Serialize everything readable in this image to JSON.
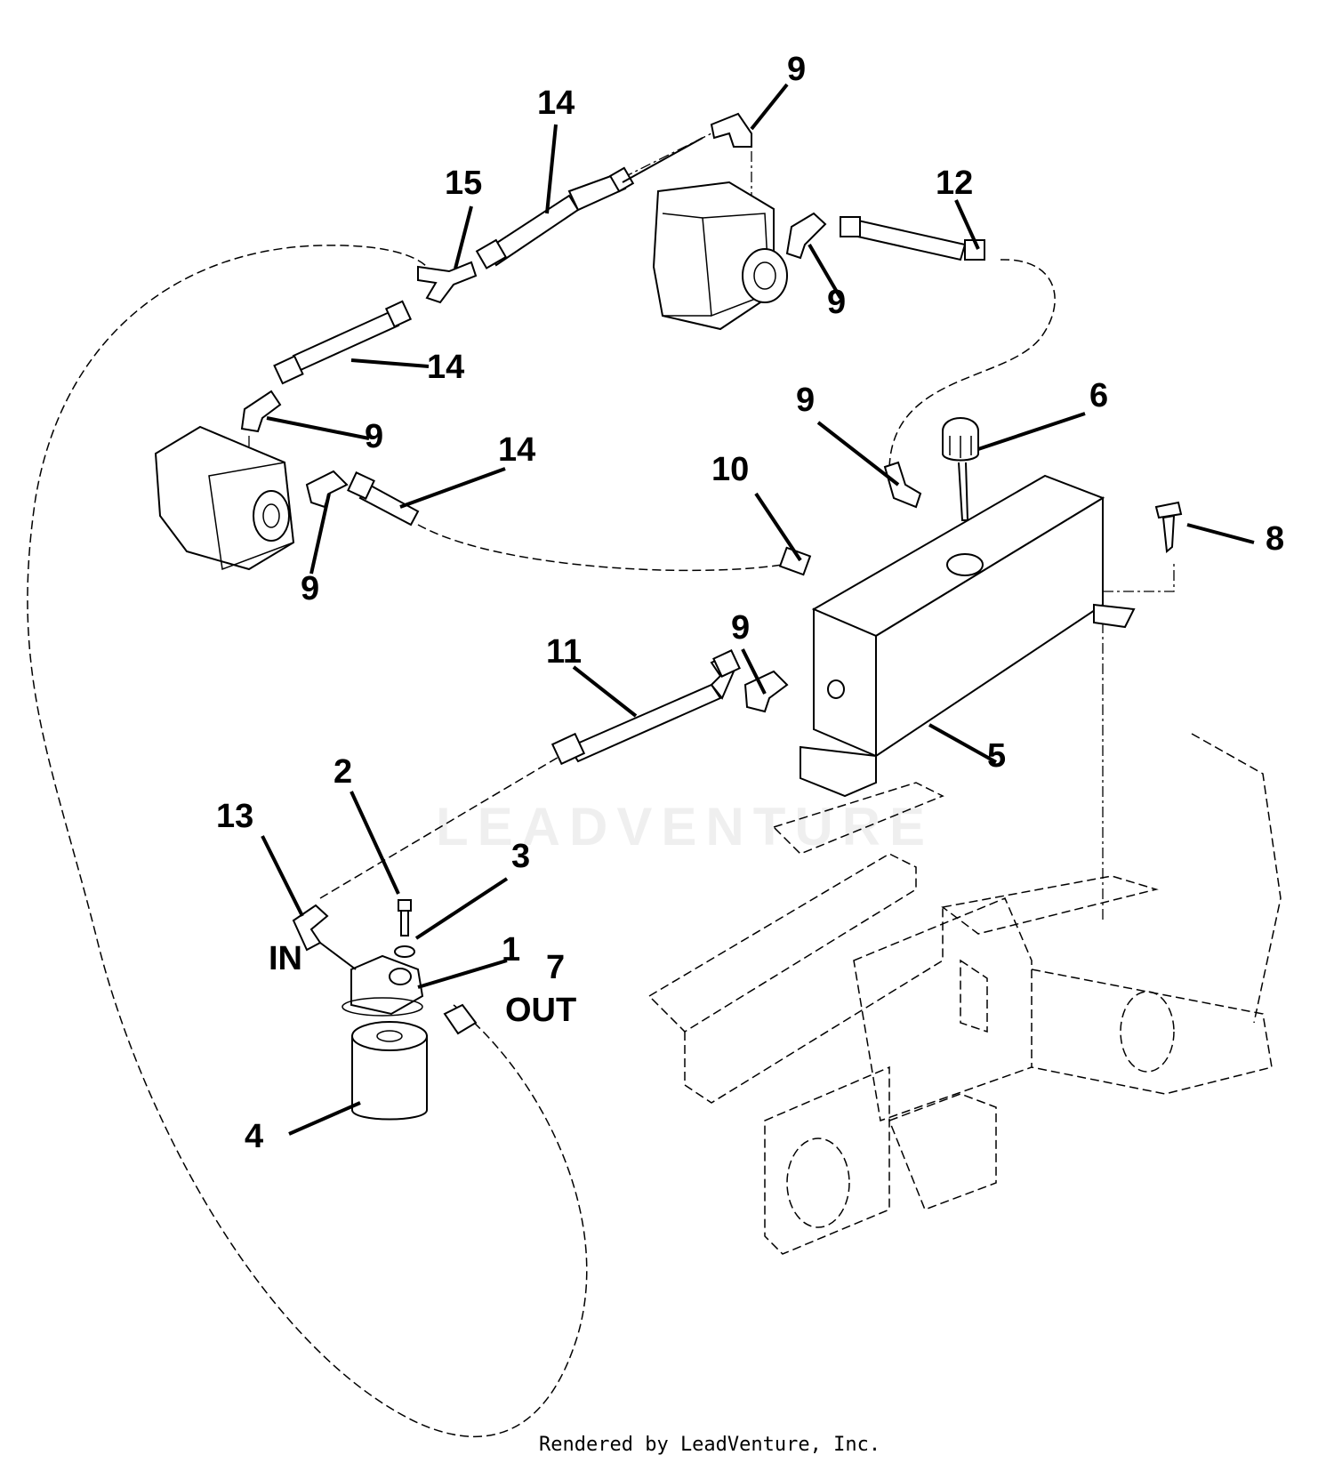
{
  "callouts": {
    "c1": "1",
    "c2": "2",
    "c3": "3",
    "c4": "4",
    "c5": "5",
    "c6": "6",
    "c7": "7",
    "c8": "8",
    "c9a": "9",
    "c9b": "9",
    "c9c": "9",
    "c9d": "9",
    "c9e": "9",
    "c9f": "9",
    "c10": "10",
    "c11": "11",
    "c12": "12",
    "c13": "13",
    "c14a": "14",
    "c14b": "14",
    "c14c": "14",
    "c15": "15"
  },
  "port_labels": {
    "in": "IN",
    "out": "OUT"
  },
  "watermark": "LEADVENTURE",
  "credit": "Rendered by LeadVenture, Inc."
}
